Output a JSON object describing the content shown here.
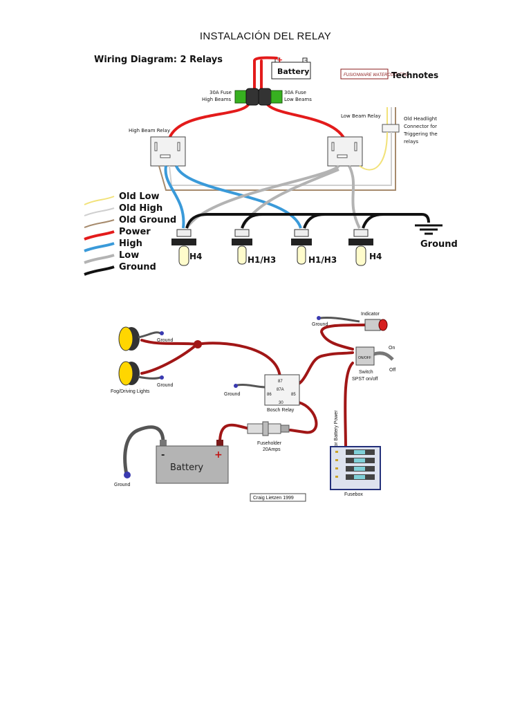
{
  "page": {
    "title": "INSTALACIÓN DEL RELAY"
  },
  "diagram1": {
    "title": "Wiring Diagram: 2 Relays",
    "battery_label": "Battery",
    "plus_sign": "+",
    "minus_sign": "-",
    "brand_label": "Technotes",
    "logo_text": "FUSIONWARE WATERCOOLERS",
    "fuse_high_line1": "30A Fuse",
    "fuse_high_line2": "High Beams",
    "fuse_low_line1": "30A Fuse",
    "fuse_low_line2": "Low Beams",
    "high_relay_label": "High Beam Relay",
    "low_relay_label": "Low Beam Relay",
    "old_connector_line1": "Old Headlight",
    "old_connector_line2": "Connector for",
    "old_connector_line3": "Triggering the",
    "old_connector_line4": "relays",
    "bulbs": [
      "H4",
      "H1/H3",
      "H1/H3",
      "H4"
    ],
    "ground_label": "Ground",
    "legend": [
      {
        "label": "Old  Low",
        "color": "#f2e27a"
      },
      {
        "label": "Old  High",
        "color": "#cfcfcf"
      },
      {
        "label": "Old  Ground",
        "color": "#a68a6c"
      },
      {
        "label": "Power",
        "color": "#e31b1b"
      },
      {
        "label": "High",
        "color": "#3a9ad9"
      },
      {
        "label": "Low",
        "color": "#b3b3b3"
      },
      {
        "label": "Ground",
        "color": "#111111"
      }
    ]
  },
  "diagram2": {
    "lamp_ground_top": "Ground",
    "lamp_ground_bottom": "Ground",
    "fog_label": "Fog/Driving Lights",
    "relay_ground": "Ground",
    "relay_pins": [
      "87",
      "87A",
      "86",
      "85",
      "30"
    ],
    "relay_label": "Bosch Relay",
    "indicator_ground": "Ground",
    "indicator_label": "Indicator",
    "switch_label_line1": "Switch",
    "switch_label_line2": "SPST on/off",
    "switch_on": "On",
    "switch_off": "Off",
    "switch_face": "ON/OFF",
    "fuseholder_line1": "Fuseholder",
    "fuseholder_line2": "20Amps",
    "ign_label": "IGN or Battery Power",
    "battery_label": "Battery",
    "plus_sign": "+",
    "minus_sign": "-",
    "battery_ground": "Ground",
    "fusebox_label": "Fusebox",
    "credit": "Craig Lietzen 1999"
  }
}
